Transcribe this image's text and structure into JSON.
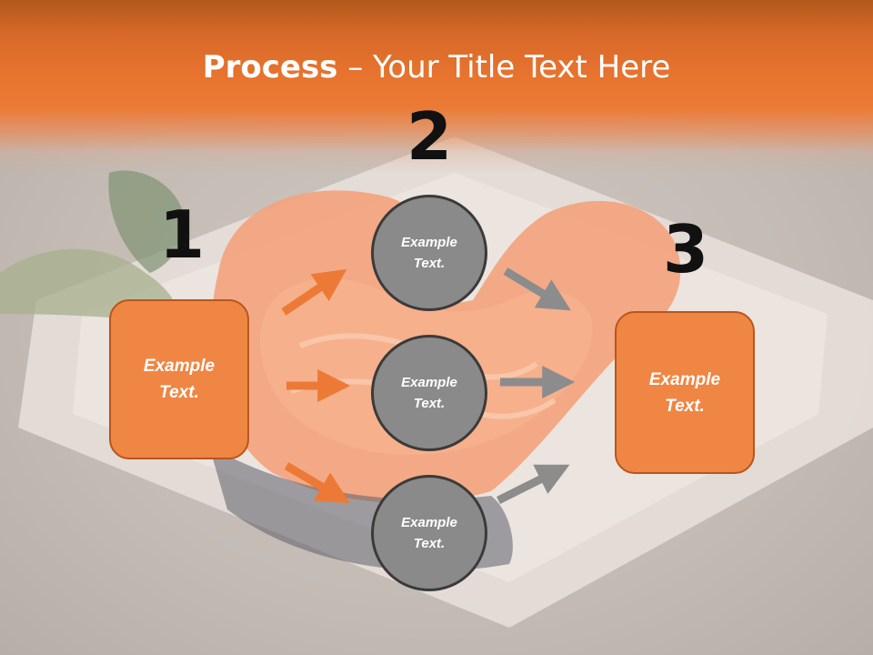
{
  "title": {
    "bold": "Process",
    "rest": " – Your Title Text Here"
  },
  "steps": [
    {
      "number": "1",
      "text": "Example Text."
    },
    {
      "number": "2"
    },
    {
      "number": "3",
      "text": "Example Text."
    }
  ],
  "circles": [
    {
      "text": "Example Text."
    },
    {
      "text": "Example Text."
    },
    {
      "text": "Example Text."
    }
  ],
  "colors": {
    "header": "#e8742e",
    "box_fill": "#ef8644",
    "box_border": "#b8561c",
    "circle_fill": "#8a8a8a",
    "circle_border": "#3a3a3a",
    "arrow_orange": "#ec7a36",
    "arrow_gray": "#8c8c8c"
  }
}
